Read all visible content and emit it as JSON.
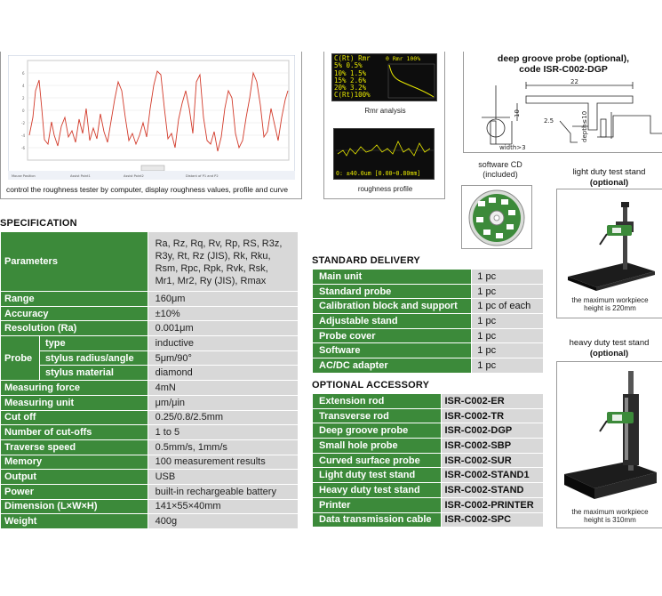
{
  "software_screenshot": {
    "caption": "control the roughness tester by computer, display roughness values, profile and curve"
  },
  "rmr": {
    "screen_rows": [
      "C(Rt) Rmr",
      "5% 0.5%",
      "10% 1.5%",
      "15% 2.6%",
      "20% 3.2%",
      "C(Rt)100%"
    ],
    "screen_top_right": "0  Rmr 100%",
    "caption": "Rmr analysis"
  },
  "profile": {
    "screen_text": "0: ±40.0um [0.00~0.80mm]",
    "caption": "roughness profile"
  },
  "deep_groove": {
    "title_line1": "deep groove probe (optional),",
    "title_line2": "code ISR-C002-DGP",
    "dim_22": "22",
    "dim_10": "10",
    "dim_2_5": "2.5",
    "dim_width": "width>3",
    "dim_depth": "depth≤10"
  },
  "software_cd": {
    "line1": "software CD",
    "line2": "(included)"
  },
  "light_stand": {
    "line1": "light duty test stand",
    "line2": "(optional)",
    "caption1": "the maximum workpiece",
    "caption2": "height is 220mm"
  },
  "heavy_stand": {
    "line1": "heavy duty test stand",
    "line2": "(optional)",
    "caption1": "the maximum workpiece",
    "caption2": "height is 310mm"
  },
  "specification": {
    "title": "SPECIFICATION",
    "parameters_label": "Parameters",
    "parameters_lines": [
      "Ra, Rz, Rq, Rv, Rp, RS, R3z,",
      "R3y, Rt, Rz (JIS), Rk, Rku,",
      "Rsm, Rpc, Rpk, Rvk, Rsk,",
      "Mr1, Mr2, Ry (JIS), Rmax"
    ],
    "rows_a": [
      {
        "label": "Range",
        "value": "160μm"
      },
      {
        "label": "Accuracy",
        "value": "±10%"
      },
      {
        "label": "Resolution (Ra)",
        "value": "0.001μm"
      }
    ],
    "probe_label": "Probe",
    "probe_rows": [
      {
        "label": "type",
        "value": "inductive"
      },
      {
        "label": "stylus radius/angle",
        "value": "5μm/90°"
      },
      {
        "label": "stylus material",
        "value": "diamond"
      }
    ],
    "rows_b": [
      {
        "label": "Measuring force",
        "value": "4mN"
      },
      {
        "label": "Measuring unit",
        "value": "μm/μin"
      },
      {
        "label": "Cut off",
        "value": "0.25/0.8/2.5mm"
      },
      {
        "label": "Number of cut-offs",
        "value": "1 to 5"
      },
      {
        "label": "Traverse speed",
        "value": "0.5mm/s, 1mm/s"
      },
      {
        "label": "Memory",
        "value": "100 measurement results"
      },
      {
        "label": "Output",
        "value": "USB"
      },
      {
        "label": "Power",
        "value": "built-in rechargeable battery"
      },
      {
        "label": "Dimension (L×W×H)",
        "value": "141×55×40mm"
      },
      {
        "label": "Weight",
        "value": "400g"
      }
    ]
  },
  "standard_delivery": {
    "title": "STANDARD DELIVERY",
    "rows": [
      {
        "label": "Main unit",
        "value": "1 pc"
      },
      {
        "label": "Standard probe",
        "value": "1 pc"
      },
      {
        "label": "Calibration block and support",
        "value": "1 pc of each"
      },
      {
        "label": "Adjustable stand",
        "value": "1 pc"
      },
      {
        "label": "Probe cover",
        "value": "1 pc"
      },
      {
        "label": "Software",
        "value": "1 pc"
      },
      {
        "label": "AC/DC adapter",
        "value": "1 pc"
      }
    ]
  },
  "optional_accessory": {
    "title": "OPTIONAL ACCESSORY",
    "rows": [
      {
        "label": "Extension rod",
        "value": "ISR-C002-ER"
      },
      {
        "label": "Transverse rod",
        "value": "ISR-C002-TR"
      },
      {
        "label": "Deep groove probe",
        "value": "ISR-C002-DGP"
      },
      {
        "label": "Small hole probe",
        "value": "ISR-C002-SBP"
      },
      {
        "label": "Curved surface probe",
        "value": "ISR-C002-SUR"
      },
      {
        "label": "Light duty test stand",
        "value": "ISR-C002-STAND1"
      },
      {
        "label": "Heavy duty test stand",
        "value": "ISR-C002-STAND"
      },
      {
        "label": "Printer",
        "value": "ISR-C002-PRINTER"
      },
      {
        "label": "Data transmission cable",
        "value": "ISR-C002-SPC"
      }
    ]
  }
}
